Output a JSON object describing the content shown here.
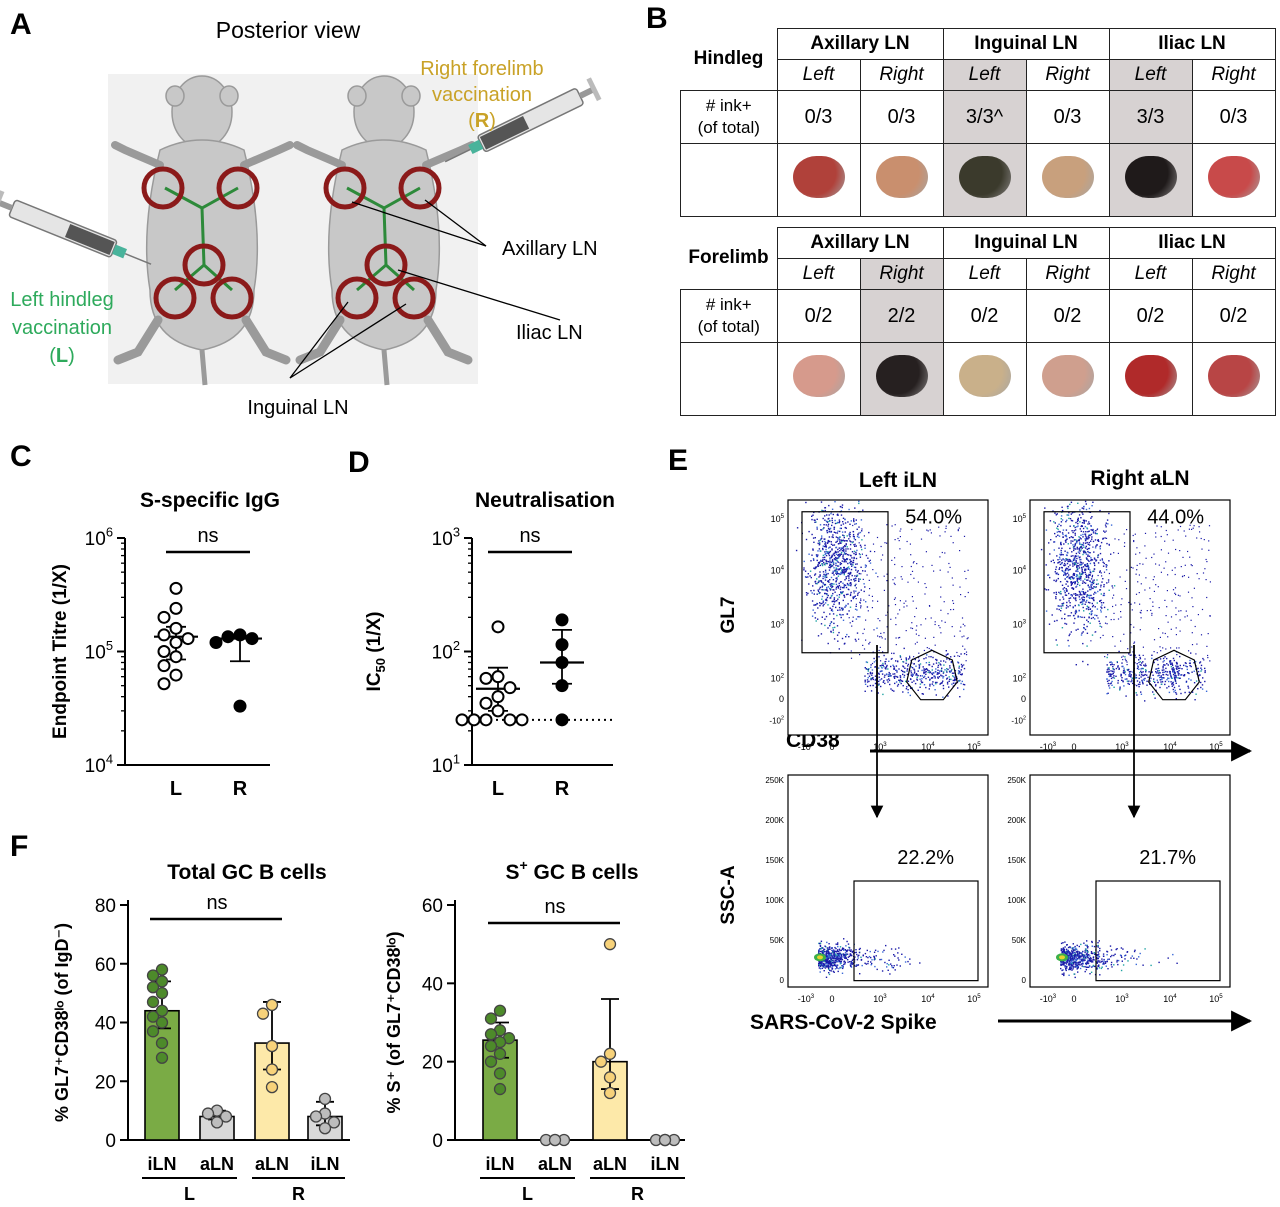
{
  "panelA": {
    "letter": "A",
    "title": "Posterior view",
    "left_label_1": "Left hindleg",
    "left_label_2": "vaccination",
    "left_code": "L",
    "right_label_1": "Right forelimb",
    "right_label_2": "vaccination",
    "right_code": "R",
    "label_axillary": "Axillary LN",
    "label_iliac": "Iliac LN",
    "label_inguinal": "Inguinal LN",
    "colors": {
      "left": "#2eaa5c",
      "right": "#c9a227",
      "ring": "#8b1a1a"
    }
  },
  "panelB": {
    "letter": "B",
    "tables": [
      {
        "route": "Hindleg",
        "groups": [
          "Axillary LN",
          "Inguinal LN",
          "Iliac LN"
        ],
        "sides": [
          "Left",
          "Right",
          "Left",
          "Right",
          "Left",
          "Right"
        ],
        "row_label_1": "# ink+",
        "row_label_2": "(of total)",
        "counts": [
          "0/3",
          "0/3",
          "3/3^",
          "0/3",
          "3/3",
          "0/3"
        ],
        "shaded": [
          false,
          false,
          true,
          false,
          true,
          false
        ],
        "ln_colors": [
          "#b0413a",
          "#c98f6e",
          "#3b3a2c",
          "#c8a07d",
          "#1f1a1a",
          "#c84a4a"
        ]
      },
      {
        "route": "Forelimb",
        "groups": [
          "Axillary LN",
          "Inguinal LN",
          "Iliac LN"
        ],
        "sides": [
          "Left",
          "Right",
          "Left",
          "Right",
          "Left",
          "Right"
        ],
        "row_label_1": "# ink+",
        "row_label_2": "(of total)",
        "counts": [
          "0/2",
          "2/2",
          "0/2",
          "0/2",
          "0/2",
          "0/2"
        ],
        "shaded": [
          false,
          true,
          false,
          false,
          false,
          false
        ],
        "ln_colors": [
          "#d69a8c",
          "#262020",
          "#c9b08a",
          "#cf9f8e",
          "#b02a2a",
          "#b84545"
        ]
      }
    ]
  },
  "chart_data": [
    {
      "panel": "C",
      "type": "scatter",
      "title": "S-specific IgG",
      "ylabel": "Endpoint Titre (1/X)",
      "yscale": "log",
      "ylim": [
        10000,
        1000000
      ],
      "yticks": [
        "10",
        "10",
        "10"
      ],
      "ytick_exps": [
        "4",
        "5",
        "6"
      ],
      "categories": [
        "L",
        "R"
      ],
      "series": [
        {
          "category": "L",
          "filled": false,
          "values": [
            360000,
            240000,
            200000,
            160000,
            140000,
            130000,
            120000,
            100000,
            90000,
            75000,
            62000,
            52000
          ],
          "median": 135000,
          "err": [
            85000,
            165000
          ]
        },
        {
          "category": "R",
          "filled": true,
          "values": [
            140000,
            135000,
            130000,
            120000,
            33000
          ],
          "median": 130000,
          "err": [
            82000,
            135000
          ]
        }
      ],
      "significance": "ns"
    },
    {
      "panel": "D",
      "type": "scatter",
      "title": "Neutralisation",
      "ylabel_main": "IC",
      "ylabel_sub": "50",
      "ylabel_rest": " (1/X)",
      "yscale": "log",
      "ylim": [
        10,
        1000
      ],
      "yticks": [
        "10",
        "10",
        "10"
      ],
      "ytick_exps": [
        "1",
        "2",
        "3"
      ],
      "categories": [
        "L",
        "R"
      ],
      "limit_of_detection": 25,
      "series": [
        {
          "category": "L",
          "filled": false,
          "values": [
            165,
            60,
            58,
            48,
            40,
            35,
            30,
            25,
            25,
            25,
            25,
            25
          ],
          "median": 47,
          "err": [
            30,
            72
          ]
        },
        {
          "category": "R",
          "filled": true,
          "values": [
            190,
            115,
            80,
            50,
            25
          ],
          "median": 80,
          "err": [
            52,
            155
          ]
        }
      ],
      "significance": "ns"
    },
    {
      "panel": "F1",
      "type": "bar",
      "title": "Total GC B cells",
      "ylabel": "% GL7⁺CD38ˡᵒ (of IgD⁻)",
      "ylim": [
        0,
        80
      ],
      "yticks": [
        "0",
        "20",
        "40",
        "60",
        "80"
      ],
      "categories": [
        "iLN",
        "aLN",
        "aLN",
        "iLN"
      ],
      "groups": [
        "L",
        "R"
      ],
      "bar_colors": [
        "#7aab45",
        "#d9d9d9",
        "#fde9a9",
        "#d9d9d9"
      ],
      "point_colors": [
        "#4d8a2a",
        "#bdbdbd",
        "#f7d27a",
        "#bdbdbd"
      ],
      "values": [
        44,
        8,
        33,
        8
      ],
      "err": [
        [
          38,
          54
        ],
        [
          7,
          10
        ],
        [
          24,
          47
        ],
        [
          5,
          13
        ]
      ],
      "points": [
        [
          58,
          56,
          54,
          52,
          50,
          47,
          44,
          42,
          40,
          37,
          33,
          28
        ],
        [
          10,
          9,
          8,
          6
        ],
        [
          46,
          43,
          32,
          24,
          18
        ],
        [
          14,
          9,
          8,
          6,
          4
        ]
      ],
      "significance": "ns"
    },
    {
      "panel": "F2",
      "type": "bar",
      "title_main": "S",
      "title_sup": "+",
      "title_rest": " GC B cells",
      "ylabel": "% S⁺ (of GL7⁺CD38ˡᵒ)",
      "ylim": [
        0,
        60
      ],
      "yticks": [
        "0",
        "20",
        "40",
        "60"
      ],
      "categories": [
        "iLN",
        "aLN",
        "aLN",
        "iLN"
      ],
      "groups": [
        "L",
        "R"
      ],
      "bar_colors": [
        "#7aab45",
        "#d9d9d9",
        "#fde9a9",
        "#d9d9d9"
      ],
      "point_colors": [
        "#4d8a2a",
        "#bdbdbd",
        "#f7d27a",
        "#bdbdbd"
      ],
      "values": [
        25.5,
        0,
        20,
        0
      ],
      "err": [
        [
          21,
          30
        ],
        [
          0,
          0
        ],
        [
          13,
          36
        ],
        [
          0,
          0
        ]
      ],
      "points": [
        [
          33,
          31,
          28,
          27,
          26,
          25,
          24,
          22,
          20,
          17,
          13
        ],
        [
          0,
          0,
          0,
          0
        ],
        [
          50,
          22,
          20,
          16,
          12
        ],
        [
          0,
          0,
          0,
          0,
          0
        ]
      ],
      "significance": "ns"
    }
  ],
  "panelE": {
    "letter": "E",
    "col1": "Left iLN",
    "col2": "Right aLN",
    "top_ylabel": "GL7",
    "top_xlabel": "CD38",
    "bot_ylabel": "SSC-A",
    "bot_xlabel": "SARS-CoV-2 Spike",
    "pct_top_1": "54.0%",
    "pct_top_2": "44.0%",
    "pct_bot_1": "22.2%",
    "pct_bot_2": "21.7%",
    "log_base": "10",
    "log_exps_x": [
      "3",
      "3",
      "4",
      "5"
    ],
    "log_neg_label": "-10",
    "log_zero": "0",
    "log_exps_y": [
      "2",
      "3",
      "4",
      "5"
    ],
    "ssc_ticks": [
      "0",
      "50K",
      "100K",
      "150K",
      "200K",
      "250K"
    ]
  },
  "letters": {
    "C": "C",
    "D": "D",
    "E": "E",
    "F": "F"
  },
  "ns": "ns"
}
